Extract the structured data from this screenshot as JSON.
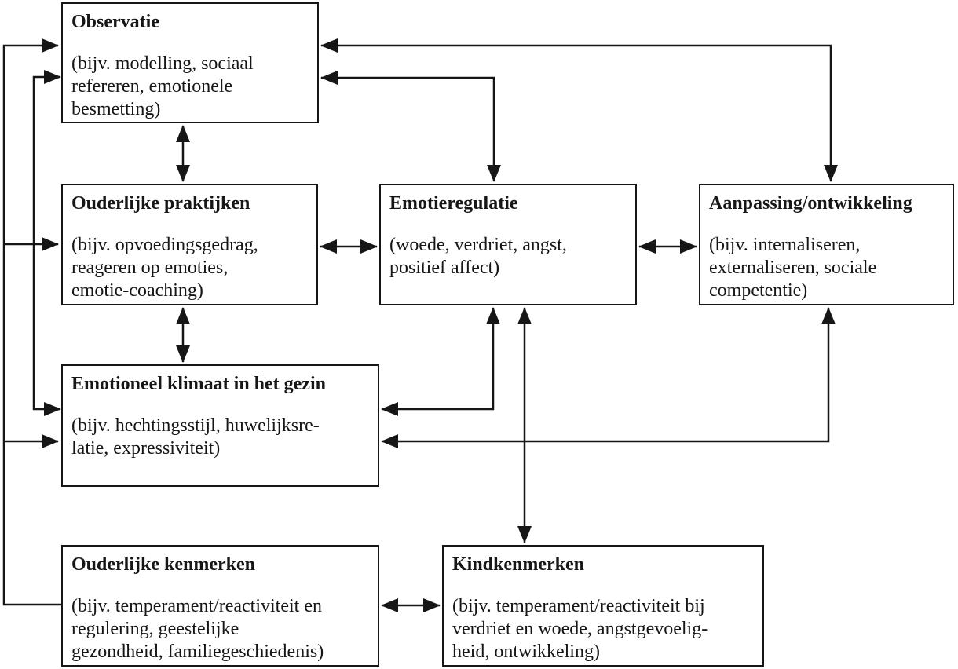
{
  "diagram": {
    "background_color": "#ffffff",
    "line_color": "#161616",
    "nodes": [
      {
        "id": "observatie",
        "title": "Observatie",
        "body": "(bijv. modelling, sociaal\nrefereren, emotionele\nbesmetting)"
      },
      {
        "id": "ouderlijke-praktijken",
        "title": "Ouderlijke praktijken",
        "body": "(bijv. opvoedingsgedrag,\nreageren op emoties,\nemotie-coaching)"
      },
      {
        "id": "emotieregulatie",
        "title": "Emotieregulatie",
        "body": "(woede, verdriet, angst,\npositief affect)"
      },
      {
        "id": "aanpassing-ontwikkeling",
        "title": "Aanpassing/ontwikkeling",
        "body": "(bijv. internaliseren,\nexternaliseren, sociale\ncompetentie)"
      },
      {
        "id": "emotioneel-klimaat",
        "title": "Emotioneel klimaat in het gezin",
        "body": "(bijv. hechtingsstijl, huwelijksre-\nlatie, expressiviteit)"
      },
      {
        "id": "ouderlijke-kenmerken",
        "title": "Ouderlijke kenmerken",
        "body": "(bijv. temperament/reactiviteit en\nregulering, geestelijke\ngezondheid, familiegeschiedenis)"
      },
      {
        "id": "kindkenmerken",
        "title": "Kindkenmerken",
        "body": "(bijv. temperament/reactiviteit bij\nverdriet en woede, angstgevoelig-\nheid, ontwikkeling)"
      }
    ],
    "edges": [
      {
        "from": "observatie",
        "to": "ouderlijke-praktijken",
        "bidirectional": true
      },
      {
        "from": "ouderlijke-praktijken",
        "to": "emotioneel-klimaat",
        "bidirectional": true
      },
      {
        "from": "observatie",
        "to": "emotioneel-klimaat",
        "bidirectional": true
      },
      {
        "from": "ouderlijke-praktijken",
        "to": "emotieregulatie",
        "bidirectional": true
      },
      {
        "from": "observatie",
        "to": "emotieregulatie",
        "bidirectional": true
      },
      {
        "from": "emotioneel-klimaat",
        "to": "emotieregulatie",
        "bidirectional": true
      },
      {
        "from": "emotieregulatie",
        "to": "aanpassing-ontwikkeling",
        "bidirectional": true
      },
      {
        "from": "observatie",
        "to": "aanpassing-ontwikkeling",
        "bidirectional": true
      },
      {
        "from": "emotioneel-klimaat",
        "to": "aanpassing-ontwikkeling",
        "bidirectional": true
      },
      {
        "from": "emotieregulatie",
        "to": "kindkenmerken",
        "bidirectional": true
      },
      {
        "from": "ouderlijke-kenmerken",
        "to": "kindkenmerken",
        "bidirectional": true
      },
      {
        "from": "ouderlijke-kenmerken",
        "to": "observatie",
        "bidirectional": false
      },
      {
        "from": "ouderlijke-kenmerken",
        "to": "ouderlijke-praktijken",
        "bidirectional": false
      },
      {
        "from": "ouderlijke-kenmerken",
        "to": "emotioneel-klimaat",
        "bidirectional": false
      }
    ]
  }
}
